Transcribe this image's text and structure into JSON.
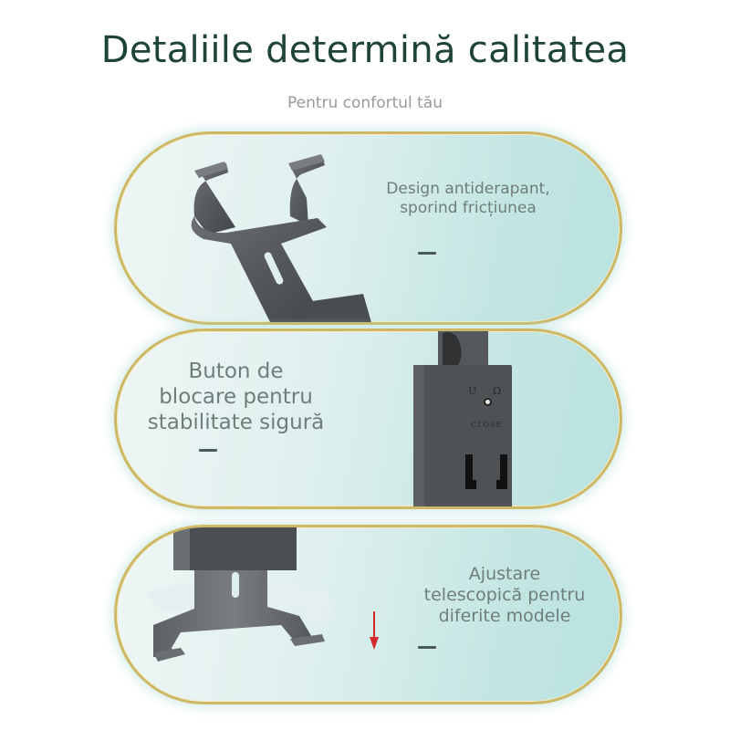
{
  "header": {
    "title": "Detaliile determină calitatea",
    "subtitle": "Pentru confortul tău"
  },
  "features": [
    {
      "caption_lines": [
        "Design antiderapant,",
        "sporind fricțiunea"
      ],
      "image": "phone-holder-arm-clamps"
    },
    {
      "caption_lines": [
        "Buton de",
        "blocare pentru",
        "stabilitate sigură"
      ],
      "image": "lock-button-bracket",
      "product_marks": {
        "left_symbol": "U",
        "right_symbol": "Ω",
        "label": "CLOSE"
      }
    },
    {
      "caption_lines": [
        "Ajustare",
        "telescopică pentru",
        "diferite modele"
      ],
      "image": "telescopic-bottom-hook",
      "indicator": "down-arrow"
    }
  ],
  "colors": {
    "title": "#1d4436",
    "subtitle": "#9a9a9a",
    "caption": "#6f7d7b",
    "pill_border": "#cdb866",
    "pill_fill": "#c4e6e3",
    "metal": "#5b5d60",
    "arrow": "#d22a2a"
  }
}
